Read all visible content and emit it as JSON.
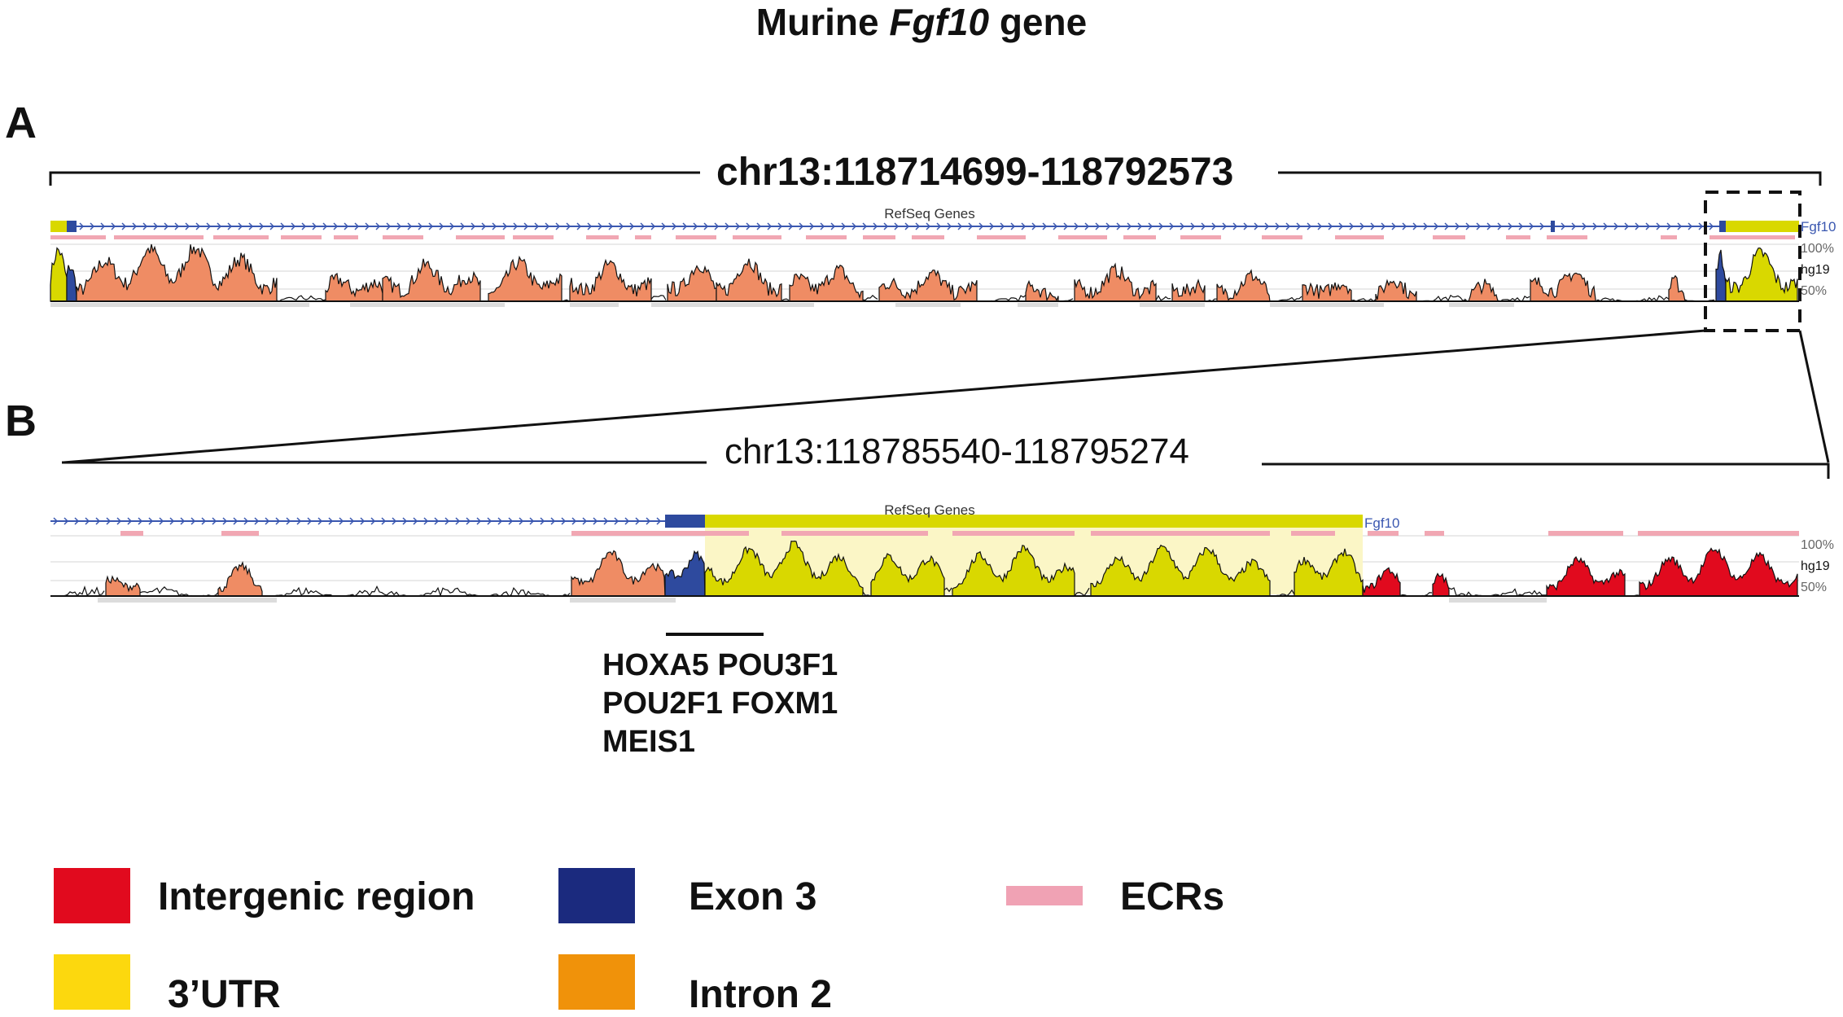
{
  "title": {
    "prefix": "Murine ",
    "gene": "Fgf10",
    "suffix": " gene"
  },
  "panel_a": {
    "label": "A",
    "coords": "chr13:118714699-118792573",
    "track_title": "RefSeq Genes",
    "gene_name": "Fgf10",
    "species": "hg19",
    "pct_high": "100%",
    "pct_low": "50%"
  },
  "panel_b": {
    "label": "B",
    "coords": "chr13:118785540-118795274",
    "track_title": "RefSeq Genes",
    "gene_name": "Fgf10",
    "species": "hg19",
    "pct_high": "100%",
    "pct_low": "50%"
  },
  "tf_sites": [
    "HOXA5 POU3F1",
    "POU2F1 FOXM1",
    "MEIS1"
  ],
  "legend": [
    {
      "label": "Intergenic region",
      "color": "#e10a1e"
    },
    {
      "label": "Exon 3",
      "color": "#1b2a7e"
    },
    {
      "label": "ECRs",
      "color": "#f0a2b4"
    },
    {
      "label": "3’UTR",
      "color": "#fcd80e"
    },
    {
      "label": "Intron 2",
      "color": "#f0920a"
    }
  ],
  "colors": {
    "intergenic_fill": "#e10a1e",
    "exon_fill": "#2e4a9e",
    "utr_fill": "#d9d800",
    "utr_band": "#fbf6c6",
    "intron_fill": "#ef8c64",
    "ecr_bar": "#f1a7b3",
    "gene_line": "#3a57b0"
  }
}
